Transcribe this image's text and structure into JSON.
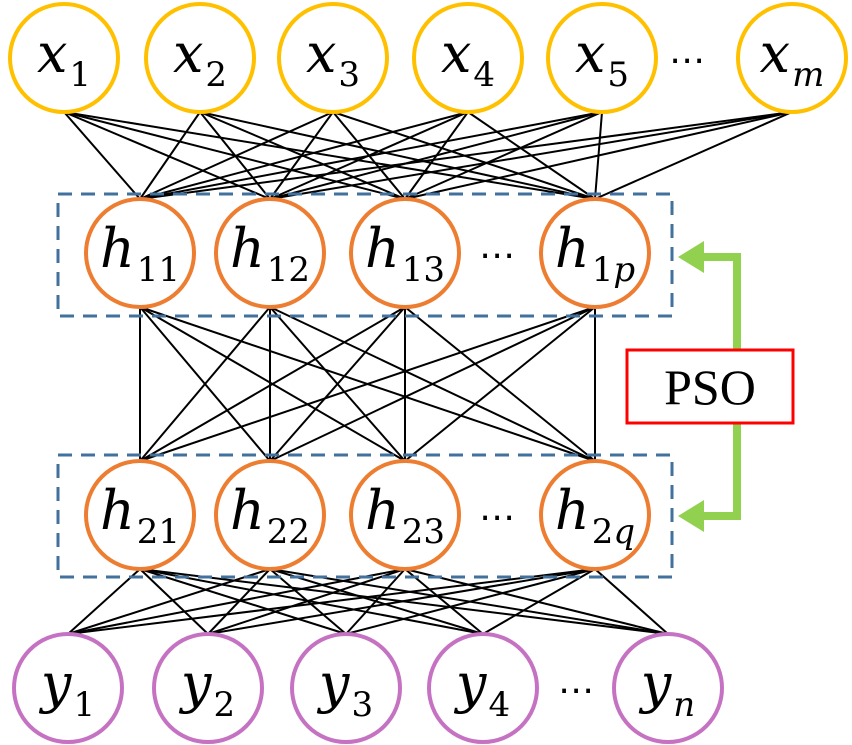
{
  "colors": {
    "input": "#ffc000",
    "hidden": "#ed7d31",
    "output": "#c572c3",
    "connector": "#92d050",
    "optimizer_border": "#ff0000",
    "layer_border": "#41719c"
  },
  "layers": {
    "input": {
      "nodes": [
        {
          "label": "x",
          "sub": "1"
        },
        {
          "label": "x",
          "sub": "2"
        },
        {
          "label": "x",
          "sub": "3"
        },
        {
          "label": "x",
          "sub": "4"
        },
        {
          "label": "x",
          "sub": "5"
        },
        {
          "label": "x",
          "sub": "m",
          "sub_italic": true
        }
      ],
      "ellipsis": "⋯"
    },
    "hidden1": {
      "nodes": [
        {
          "label": "h",
          "sub": "11"
        },
        {
          "label": "h",
          "sub": "12"
        },
        {
          "label": "h",
          "sub": "13"
        },
        {
          "label": "h",
          "sub": "1",
          "sub_tail": "p"
        }
      ],
      "ellipsis": "⋯"
    },
    "hidden2": {
      "nodes": [
        {
          "label": "h",
          "sub": "21"
        },
        {
          "label": "h",
          "sub": "22"
        },
        {
          "label": "h",
          "sub": "23"
        },
        {
          "label": "h",
          "sub": "2",
          "sub_tail": "q"
        }
      ],
      "ellipsis": "⋯"
    },
    "output": {
      "nodes": [
        {
          "label": "y",
          "sub": "1"
        },
        {
          "label": "y",
          "sub": "2"
        },
        {
          "label": "y",
          "sub": "3"
        },
        {
          "label": "y",
          "sub": "4"
        },
        {
          "label": "y",
          "sub": "n",
          "sub_italic": true
        }
      ],
      "ellipsis": "⋯"
    }
  },
  "optimizer": {
    "label": "PSO"
  }
}
